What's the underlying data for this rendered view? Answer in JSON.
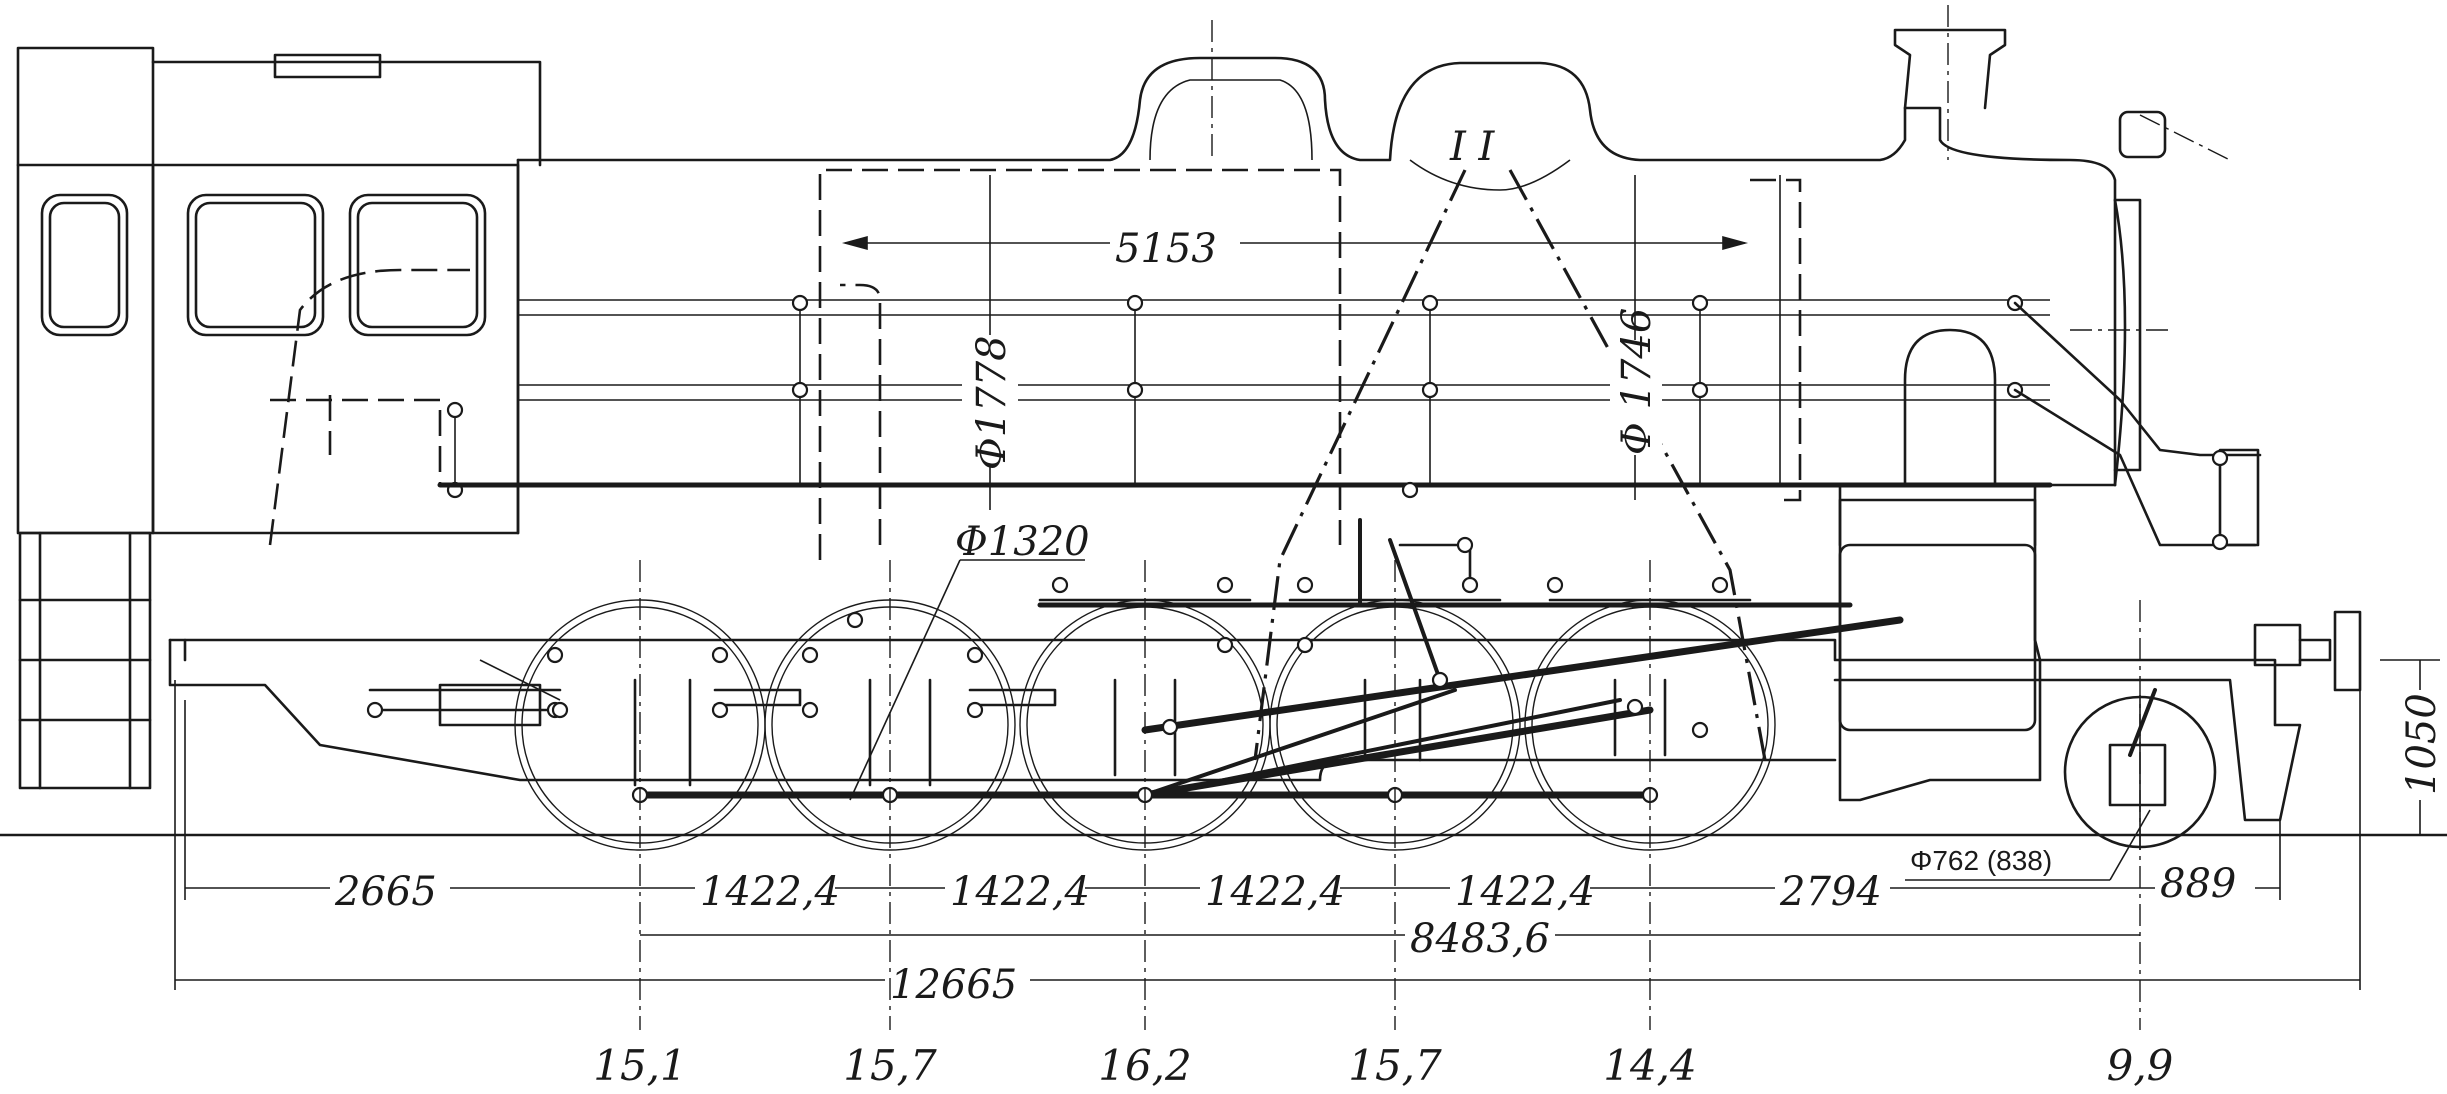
{
  "diagram": {
    "section_mark": "I I",
    "dims": {
      "boiler_tube_length": "5153",
      "boiler_dia_rear": "Φ1778",
      "boiler_dia_front": "Φ 1746",
      "driver_dia": "Φ1320",
      "pony_dia": "Φ762 (838)",
      "buffer_height": "1050",
      "rear_overhang": "2665",
      "spacing_1": "1422,4",
      "spacing_2": "1422,4",
      "spacing_3": "1422,4",
      "spacing_4": "1422,4",
      "pony_spacing": "2794",
      "front_overhang": "889",
      "wheelbase": "8483,6",
      "total_length": "12665"
    },
    "axle_loads": [
      "15,1",
      "15,7",
      "16,2",
      "15,7",
      "14,4",
      "9,9"
    ]
  }
}
